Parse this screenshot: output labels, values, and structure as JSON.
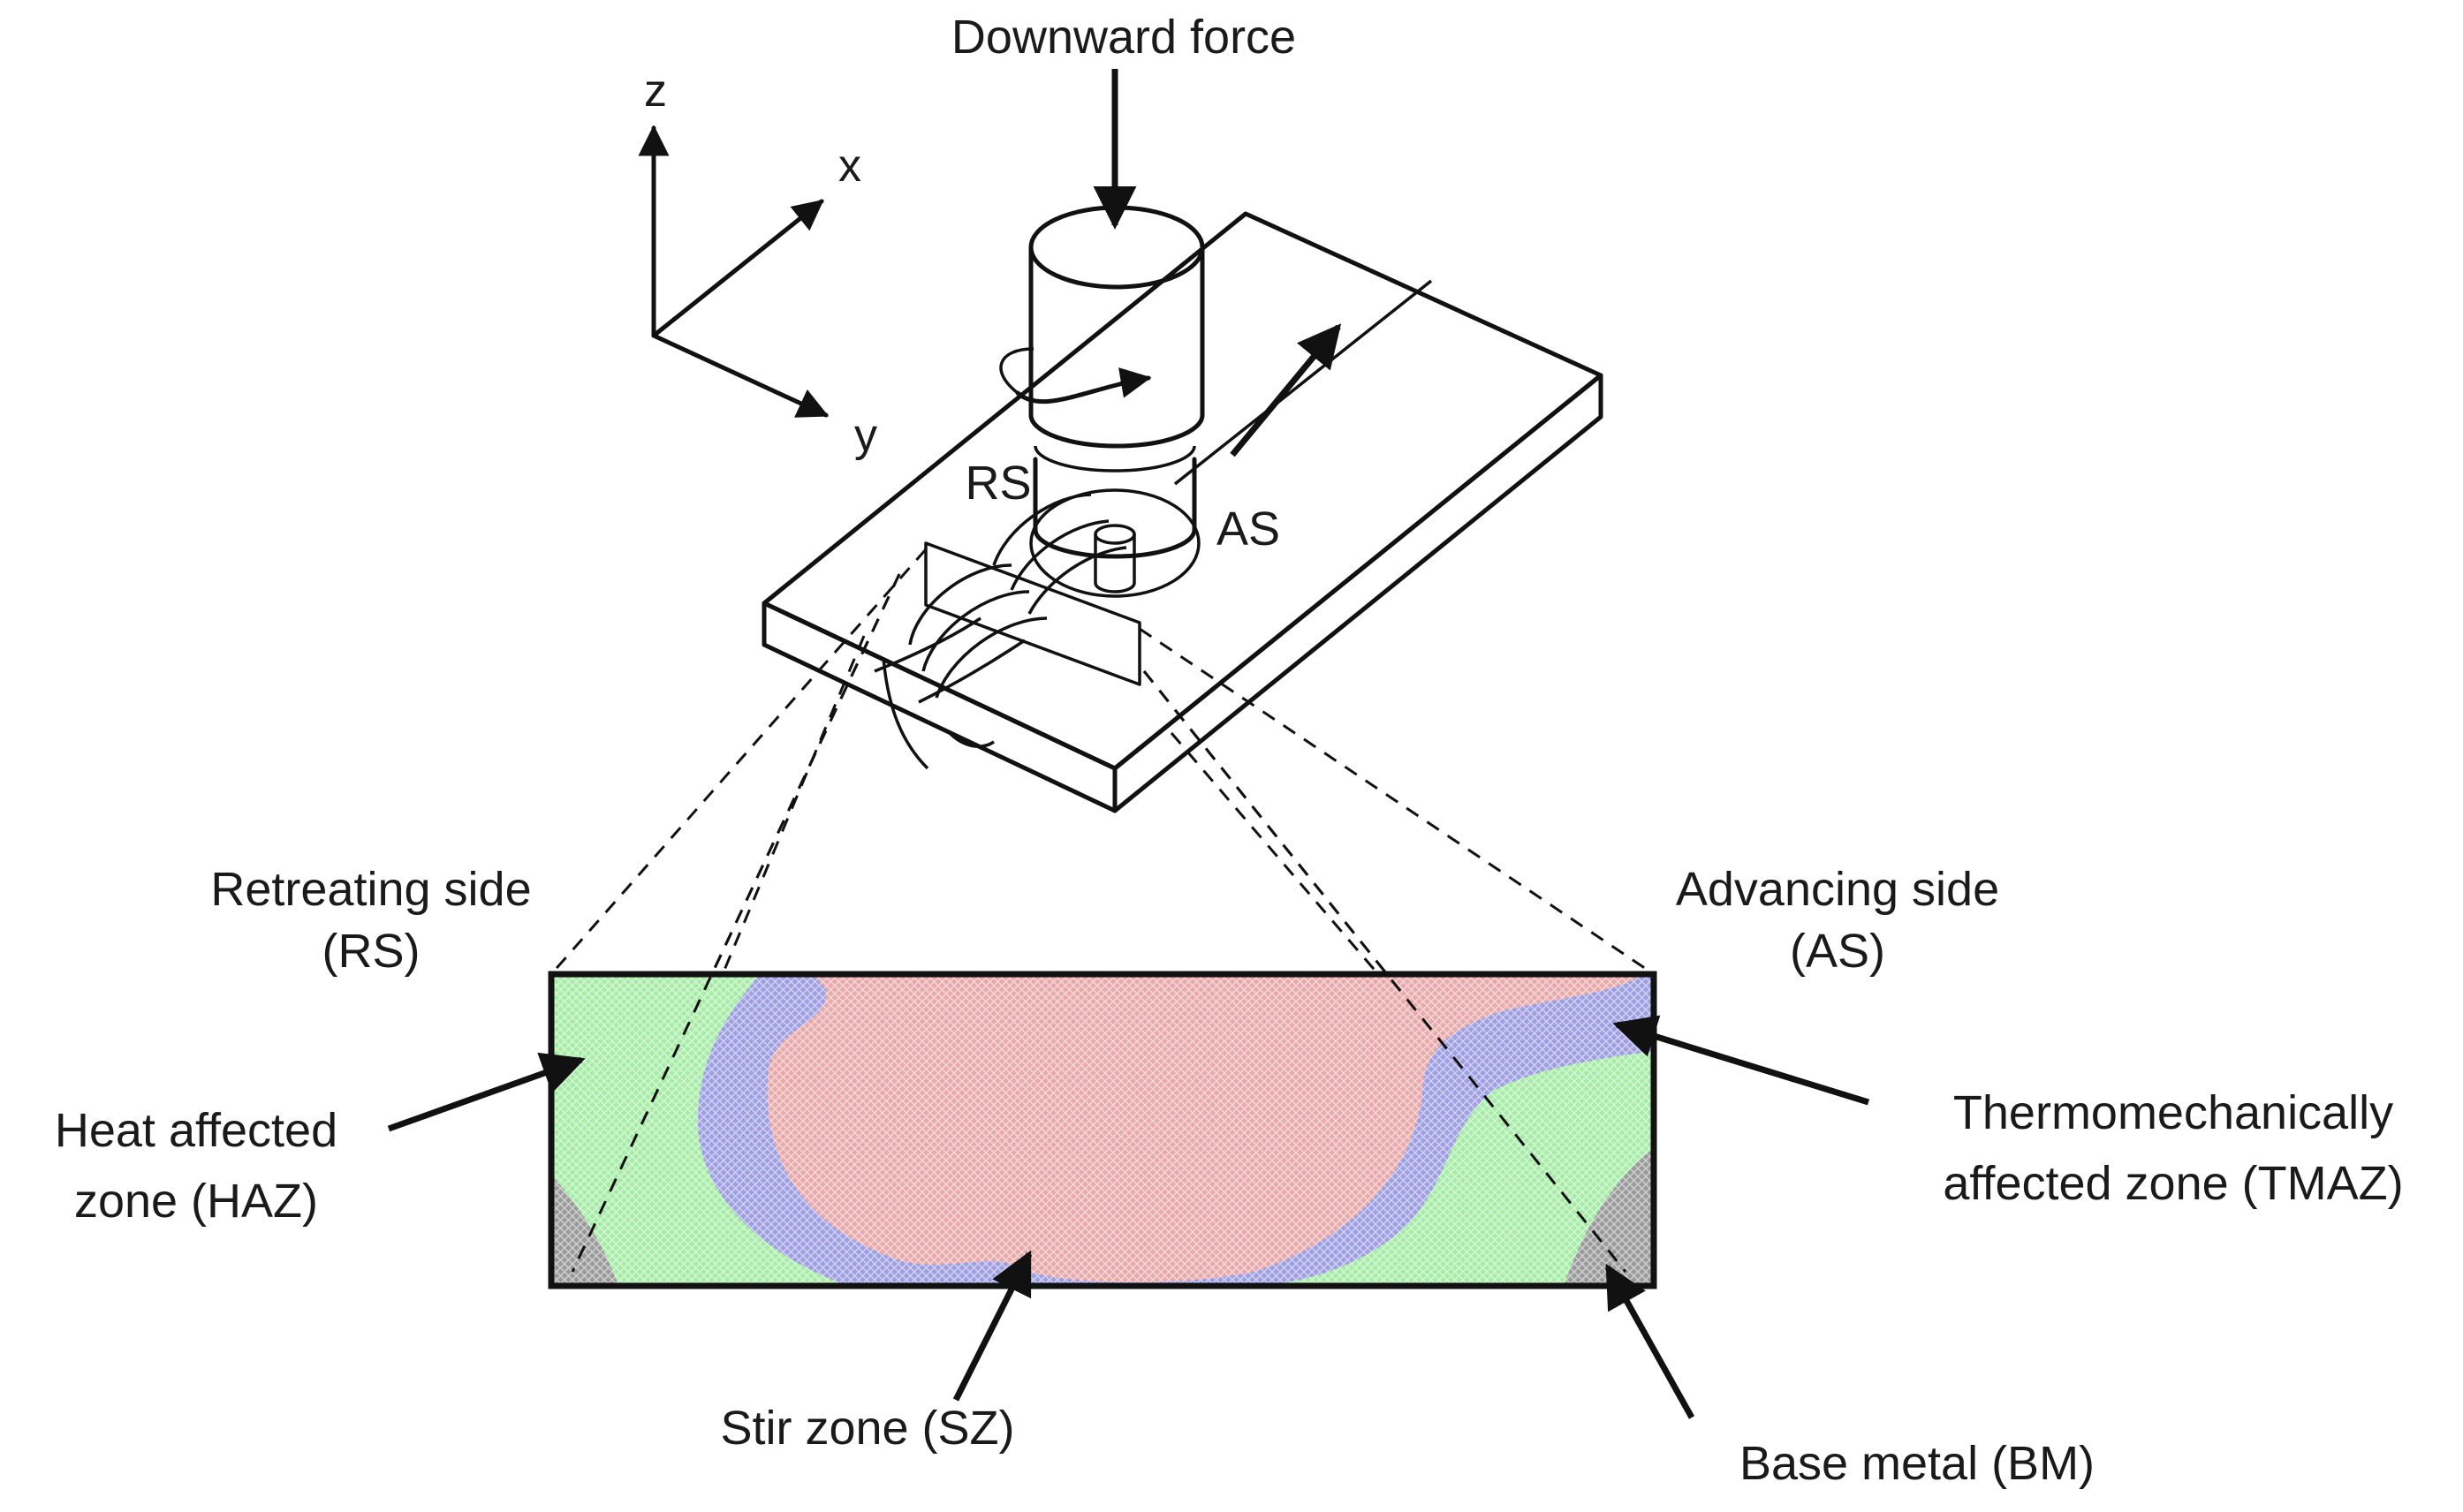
{
  "labels": {
    "downward_force": "Downward force",
    "axis_z": "z",
    "axis_x": "x",
    "axis_y": "y",
    "rs_short": "RS",
    "as_short": "AS",
    "retreating_side": "Retreating side",
    "retreating_side_abbr": "(RS)",
    "advancing_side": "Advancing side",
    "advancing_side_abbr": "(AS)",
    "haz_line1": "Heat affected",
    "haz_line2": "zone (HAZ)",
    "tmaz_line1": "Thermomechanically",
    "tmaz_line2": "affected zone (TMAZ)",
    "stir_zone": "Stir zone (SZ)",
    "base_metal": "Base metal (BM)"
  },
  "colors": {
    "stir_zone": "#e8a9aa",
    "tmaz": "#9e9fe3",
    "haz": "#a6eca6",
    "base_metal": "#9a9a9a",
    "section_plane": "#b4b4b4"
  }
}
